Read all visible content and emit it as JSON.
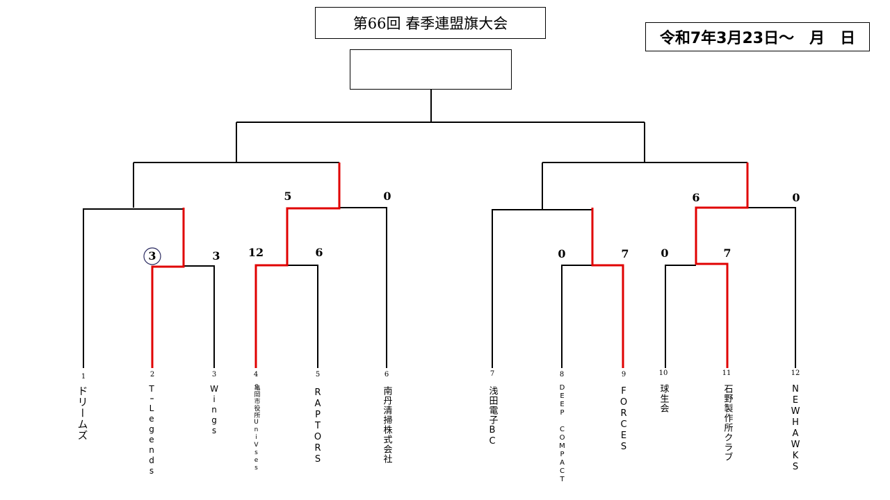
{
  "title": "第66回 春季連盟旗大会",
  "date": "令和7年3月23日～　月　日",
  "circled_score_index": 0,
  "colors": {
    "winner_line": "#e00000",
    "line": "#000000"
  },
  "scores": [
    "3",
    "3",
    "12",
    "6",
    "5",
    "0",
    "0",
    "7",
    "0",
    "7",
    "6",
    "0"
  ],
  "teams": [
    {
      "seed": "1",
      "name": "ドリームズ"
    },
    {
      "seed": "2",
      "name": "TｰLegends"
    },
    {
      "seed": "3",
      "name": "Wings"
    },
    {
      "seed": "4",
      "name": "亀岡市役所UniVses"
    },
    {
      "seed": "5",
      "name": "RAPTORS"
    },
    {
      "seed": "6",
      "name": "南丹清掃株式会社"
    },
    {
      "seed": "7",
      "name": "浅田電子BC"
    },
    {
      "seed": "8",
      "name": "DEEP COMPACT"
    },
    {
      "seed": "9",
      "name": "FORCES"
    },
    {
      "seed": "10",
      "name": "球生会"
    },
    {
      "seed": "11",
      "name": "石野製作所クラブ"
    },
    {
      "seed": "12",
      "name": "NEWHAWKS"
    }
  ]
}
